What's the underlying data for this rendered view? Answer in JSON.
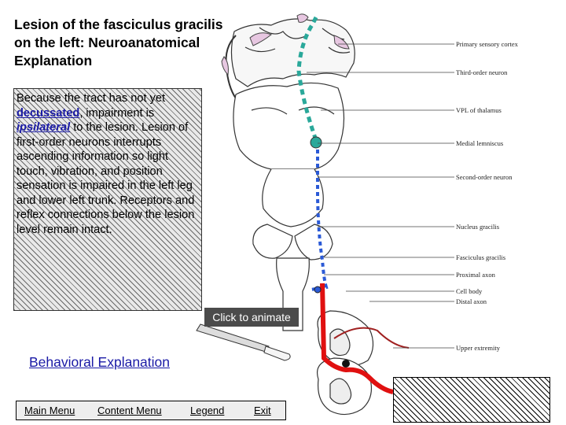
{
  "title_lines": [
    "Lesion of the fasciculus gracilis",
    "on the left: Neuroanatomical",
    "Explanation"
  ],
  "explanation": {
    "part1": "Because the tract has not yet ",
    "link1": "decussated",
    "part2": ", impairment is ",
    "link2": "ipsilateral",
    "part3": " to the lesion. Lesion of first-order neurons interrupts ascending information so light touch, vibration, and position sensation is impaired in the left leg and lower left trunk. Receptors and reflex connections below the lesion level remain intact."
  },
  "animate_label": "Click to animate",
  "behavioral_label": "Behavioral Explanation",
  "nav": {
    "main_menu": "Main Menu",
    "content_menu": "Content Menu",
    "legend": "Legend",
    "exit": "Exit"
  },
  "diagram_labels": {
    "primary_cortex": "Primary sensory cortex",
    "third_order": "Third-order neuron",
    "vpl": "VPL of thalamus",
    "medial_lemniscus": "Medial lemniscus",
    "second_order": "Second-order neuron",
    "nucleus_gracilis": "Nucleus gracilis",
    "fasciculus_gracilis": "Fasciculus gracilis",
    "proximal_axon": "Proximal axon",
    "cell_body": "Cell body",
    "distal_axon": "Distal axon",
    "upper_extremity": "Upper extremity"
  },
  "colors": {
    "third_order_path": "#2aa89a",
    "second_order_path": "#2b5ad6",
    "first_order_path": "#e01010",
    "cortex_fill": "#e7c7e1",
    "button_bg": "#4b4b4b",
    "link": "#1a1aa6"
  }
}
